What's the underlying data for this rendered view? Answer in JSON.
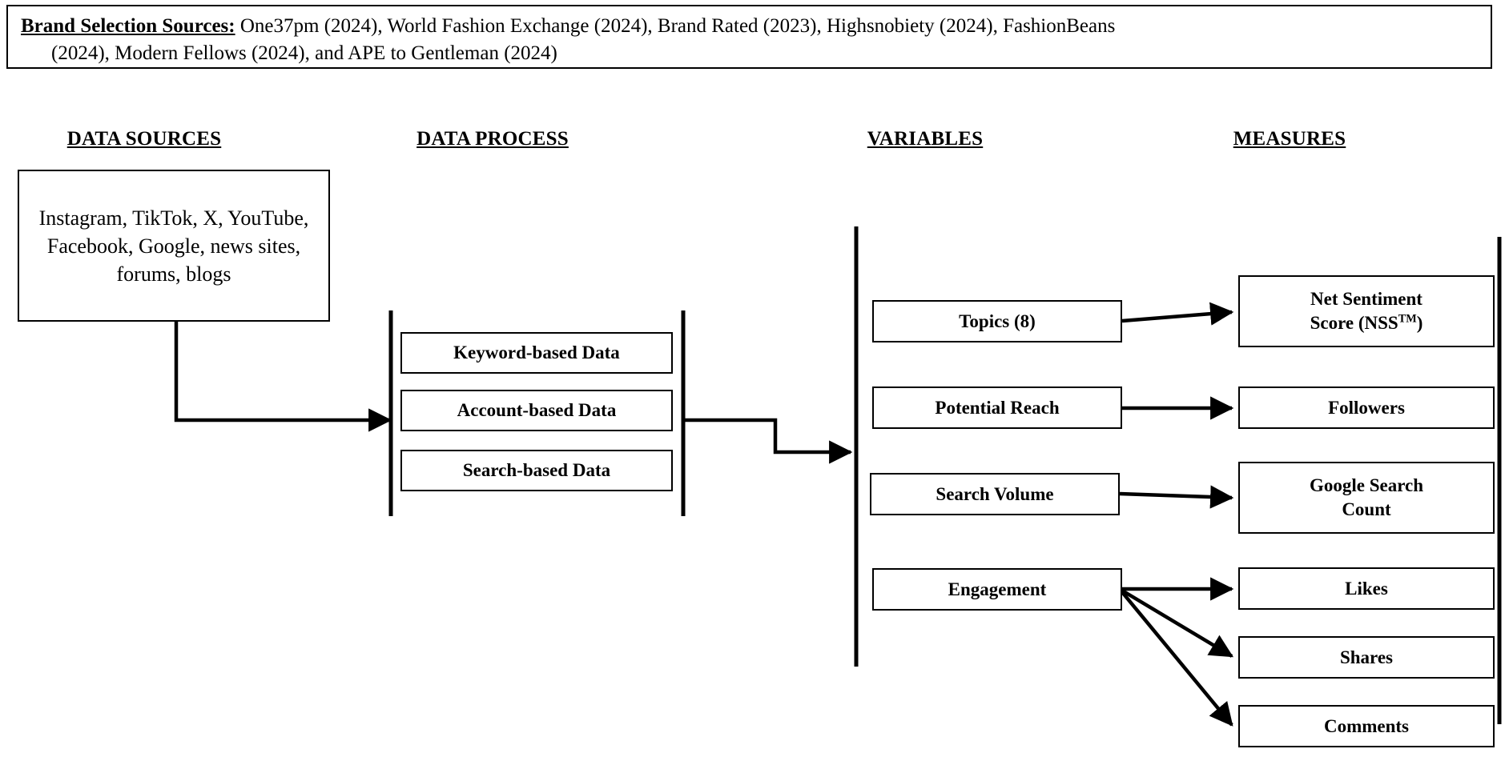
{
  "note": {
    "lead": "Brand Selection Sources:",
    "line1_rest": " One37pm (2024), World Fashion Exchange (2024), Brand Rated (2023), Highsnobiety (2024), FashionBeans",
    "line2": "(2024), Modern Fellows (2024), and APE to Gentleman (2024)"
  },
  "columns": {
    "data_sources": "DATA SOURCES",
    "data_process": "DATA PROCESS",
    "variables": "VARIABLES",
    "measures": "MEASURES"
  },
  "data_sources": {
    "content": "Instagram, TikTok, X, YouTube, Facebook, Google, news sites, forums, blogs"
  },
  "data_process": {
    "items": [
      {
        "label": "Keyword-based Data"
      },
      {
        "label": "Account-based Data"
      },
      {
        "label": "Search-based Data"
      }
    ]
  },
  "variables": {
    "items": [
      {
        "label": "Topics (8)"
      },
      {
        "label": "Potential Reach"
      },
      {
        "label": "Search Volume"
      },
      {
        "label": "Engagement"
      }
    ]
  },
  "measures": {
    "items": [
      {
        "label": "Net Sentiment",
        "label2": "Score (NSS",
        "sup": "TM",
        "label3": ")"
      },
      {
        "label": "Followers"
      },
      {
        "label": "Google Search",
        "label2": "Count"
      },
      {
        "label": "Likes"
      },
      {
        "label": "Shares"
      },
      {
        "label": "Comments"
      }
    ]
  },
  "mapping": [
    {
      "from": "Topics (8)",
      "to": [
        "Net Sentiment Score (NSS TM)"
      ]
    },
    {
      "from": "Potential Reach",
      "to": [
        "Followers"
      ]
    },
    {
      "from": "Search Volume",
      "to": [
        "Google Search Count"
      ]
    },
    {
      "from": "Engagement",
      "to": [
        "Likes",
        "Shares",
        "Comments"
      ]
    }
  ],
  "colors": {
    "stroke": "#000000",
    "background": "#ffffff"
  }
}
